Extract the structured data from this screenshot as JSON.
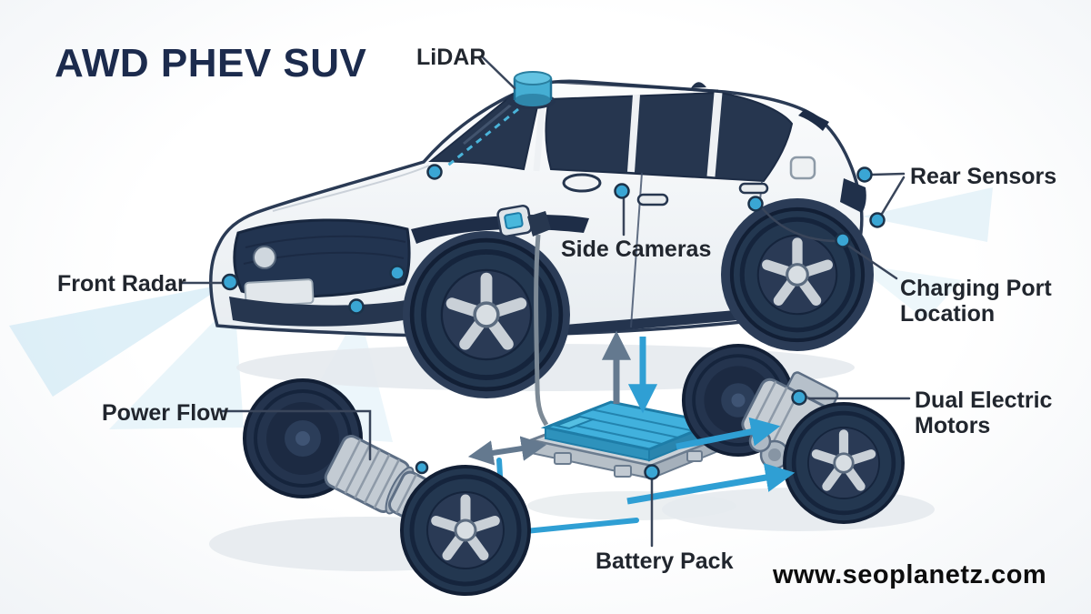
{
  "title": "AWD PHEV SUV",
  "labels": {
    "lidar": "LiDAR",
    "front_radar": "Front Radar",
    "side_cameras": "Side Cameras",
    "rear_sensors": "Rear Sensors",
    "charging_port": [
      "Charging Port",
      "Location"
    ],
    "power_flow": "Power Flow",
    "dual_electric_motors": [
      "Dual Electric",
      "Motors"
    ],
    "battery_pack": "Battery Pack"
  },
  "watermark": "www.seoplanetz.com",
  "colors": {
    "title_navy": "#1c2b4d",
    "label_text": "#21262e",
    "accent_blue": "#3aa6d4",
    "battery_blue": "#41b1dd",
    "arrow_gray": "#64798f",
    "car_dark": "#26364f",
    "beam_blue": "#cde7f3",
    "watermark_black": "#0d0d0d"
  }
}
